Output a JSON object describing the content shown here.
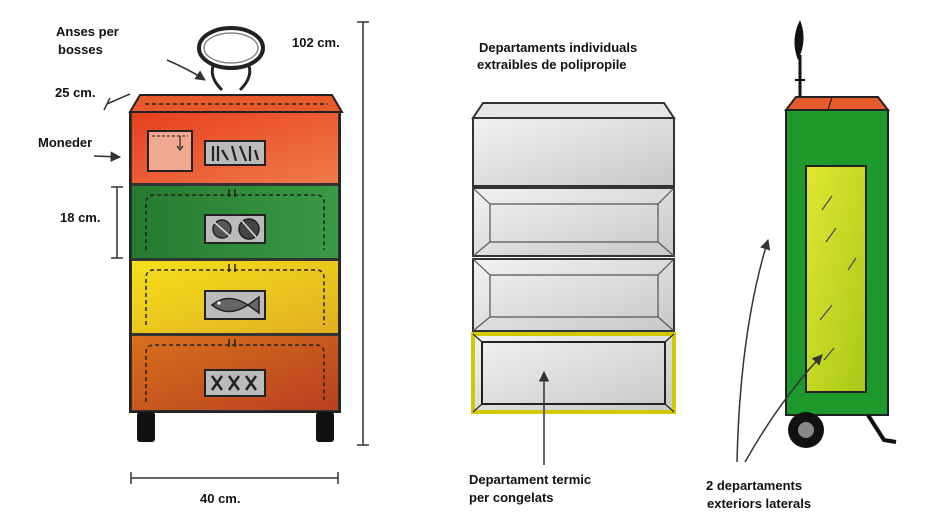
{
  "labels": {
    "anses_line1": "Anses per",
    "anses_line2": "bosses",
    "height_total": "102 cm.",
    "depth": "25 cm.",
    "moneder": "Moneder",
    "drawer_height": "18 cm.",
    "width": "40 cm.",
    "individual_line1": "Departaments individuals",
    "individual_line2": "extraibles de polipropile",
    "thermal_line1": "Departament termic",
    "thermal_line2": "per congelats",
    "lateral_line1": "2 departaments",
    "lateral_line2": "exteriors laterals"
  },
  "colors": {
    "drawer_red": "#ee5a2a",
    "drawer_green": "#2e8b3a",
    "drawer_yellow": "#f0d820",
    "drawer_orange": "#d0621c",
    "side_green": "#1e9a2c",
    "side_panel": "#c8d820",
    "thermal_outline": "#d4c800"
  },
  "icons": {
    "drawer1": "baguette-bottles-icon",
    "drawer2": "vegetables-icon",
    "drawer3": "fish-icon",
    "drawer4": "bones-icon"
  }
}
